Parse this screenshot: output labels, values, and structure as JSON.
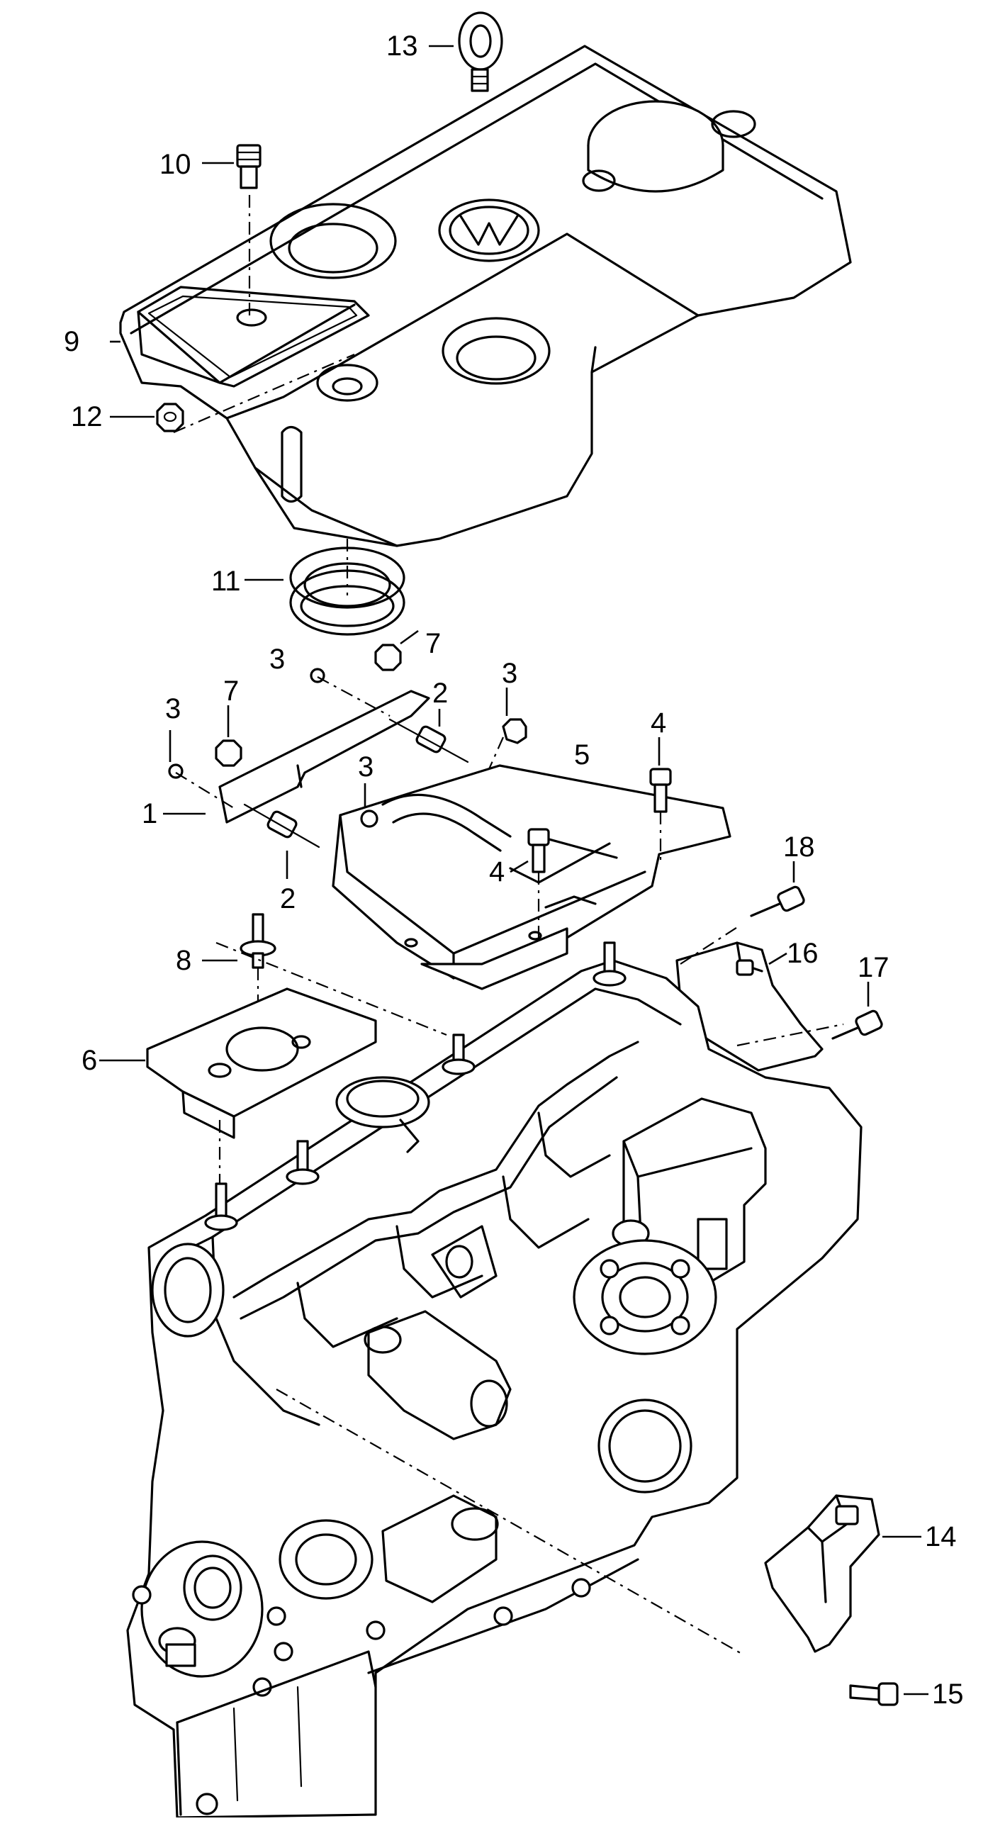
{
  "callouts": [
    {
      "id": "c13",
      "label": "13"
    },
    {
      "id": "c10",
      "label": "10"
    },
    {
      "id": "c9",
      "label": "9"
    },
    {
      "id": "c12",
      "label": "12"
    },
    {
      "id": "c11",
      "label": "11"
    },
    {
      "id": "c3a",
      "label": "3"
    },
    {
      "id": "c7a",
      "label": "7"
    },
    {
      "id": "c3b",
      "label": "3"
    },
    {
      "id": "c7b",
      "label": "7"
    },
    {
      "id": "c2a",
      "label": "2"
    },
    {
      "id": "c3c",
      "label": "3"
    },
    {
      "id": "c4a",
      "label": "4"
    },
    {
      "id": "c5",
      "label": "5"
    },
    {
      "id": "c1",
      "label": "1"
    },
    {
      "id": "c3d",
      "label": "3"
    },
    {
      "id": "c4b",
      "label": "4"
    },
    {
      "id": "c2b",
      "label": "2"
    },
    {
      "id": "c18",
      "label": "18"
    },
    {
      "id": "c8",
      "label": "8"
    },
    {
      "id": "c16",
      "label": "16"
    },
    {
      "id": "c17",
      "label": "17"
    },
    {
      "id": "c6",
      "label": "6"
    },
    {
      "id": "c14",
      "label": "14"
    },
    {
      "id": "c15",
      "label": "15"
    }
  ]
}
